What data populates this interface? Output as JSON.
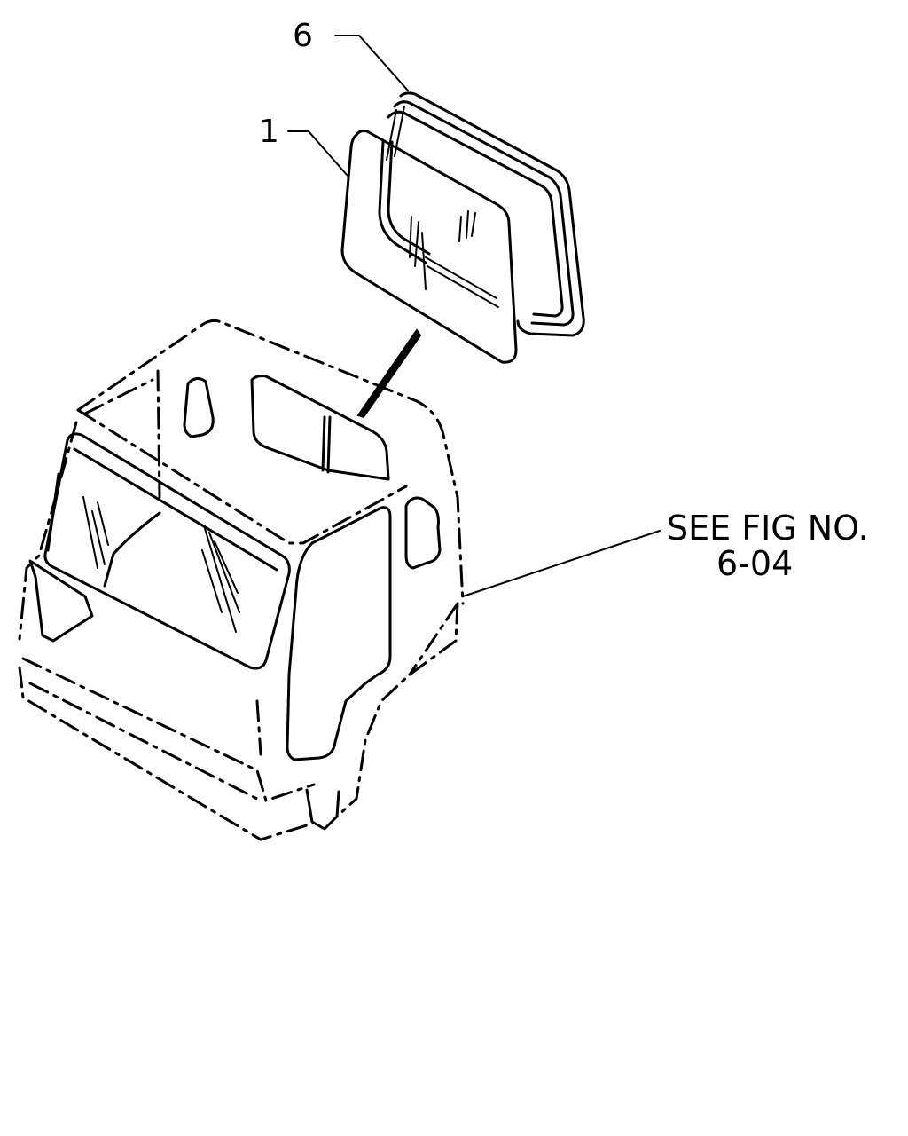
{
  "callouts": {
    "part_6": "6",
    "part_1": "1"
  },
  "reference": {
    "line1": "SEE FIG NO.",
    "line2": "6-04"
  }
}
